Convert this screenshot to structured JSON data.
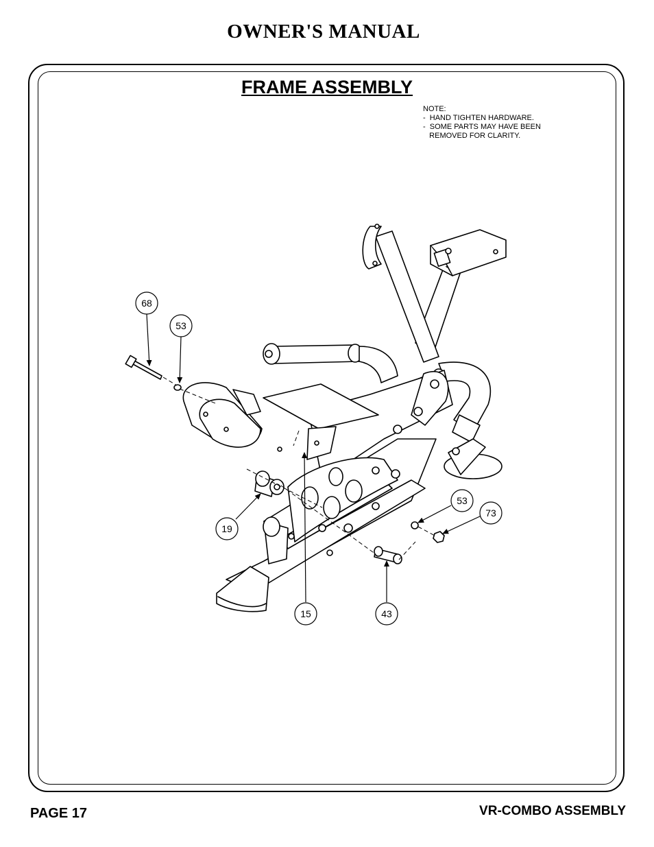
{
  "header": {
    "title": "OWNER'S MANUAL"
  },
  "section": {
    "title": "FRAME ASSEMBLY"
  },
  "note": {
    "lines": [
      "NOTE:",
      "-  HAND TIGHTEN HARDWARE.",
      "-  SOME PARTS MAY HAVE BEEN",
      "   REMOVED FOR CLARITY."
    ]
  },
  "callouts": {
    "c68": "68",
    "c53a": "53",
    "c19": "19",
    "c15": "15",
    "c43": "43",
    "c53b": "53",
    "c73": "73"
  },
  "footer": {
    "page": "PAGE 17",
    "doc": "VR-COMBO ASSEMBLY"
  }
}
